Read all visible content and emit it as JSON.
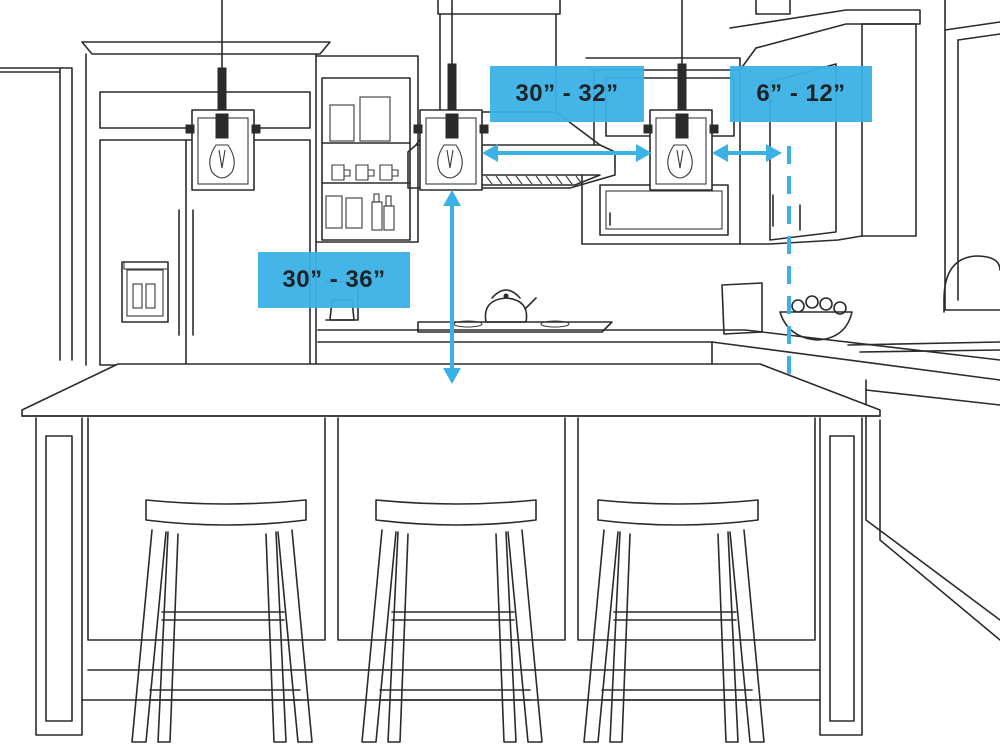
{
  "dimensions": {
    "between_pendants": "30” - 32”",
    "from_wall_edge": "6” - 12”",
    "above_island": "30” - 36”"
  },
  "colors": {
    "accent": "#3bb1e6",
    "line": "#2b2b2b",
    "background": "#ffffff"
  },
  "pendant_count": 3,
  "stool_count": 3
}
